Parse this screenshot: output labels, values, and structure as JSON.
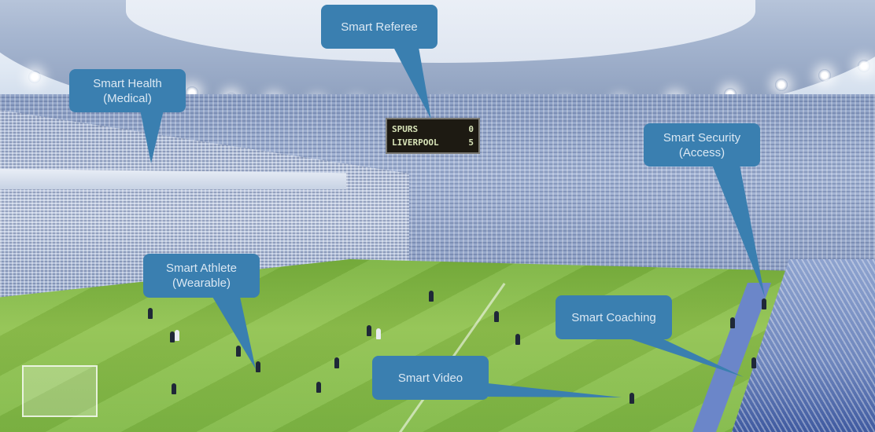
{
  "scene": {
    "description": "Stadium interior with smart technology callouts",
    "callout_color": "#3a7fb0",
    "callout_text_color": "#dbe8f3"
  },
  "scoreboard": {
    "rows": [
      {
        "team": "SPURS",
        "score": "0"
      },
      {
        "team": "LIVERPOOL",
        "score": "5"
      }
    ]
  },
  "callouts": {
    "referee": {
      "line1": "Smart Referee",
      "line2": ""
    },
    "health": {
      "line1": "Smart Health",
      "line2": "(Medical)"
    },
    "security": {
      "line1": "Smart Security",
      "line2": "(Access)"
    },
    "athlete": {
      "line1": "Smart Athlete",
      "line2": "(Wearable)"
    },
    "coaching": {
      "line1": "Smart Coaching",
      "line2": ""
    },
    "video": {
      "line1": "Smart Video",
      "line2": ""
    }
  }
}
